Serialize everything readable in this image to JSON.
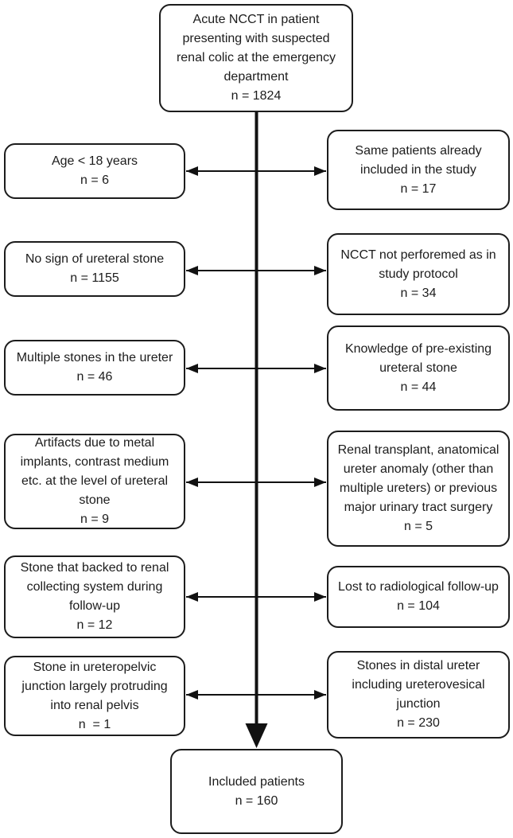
{
  "flowchart": {
    "start_box": {
      "text": "Acute NCCT in patient\npresenting with suspected\nrenal colic at the emergency\ndepartment\nn = 1824"
    },
    "left_boxes": [
      {
        "text": "Age < 18 years\nn = 6"
      },
      {
        "text": "No sign of ureteral stone\nn = 1155"
      },
      {
        "text": "Multiple stones in the ureter\nn = 46"
      },
      {
        "text": "Artifacts due to metal\nimplants, contrast medium\netc. at the level of ureteral\nstone\nn = 9"
      },
      {
        "text": "Stone that backed to renal\ncollecting system during\nfollow-up\nn = 12"
      },
      {
        "text": "Stone in ureteropelvic\njunction largely protruding\ninto renal pelvis\nn  = 1"
      }
    ],
    "right_boxes": [
      {
        "text": "Same patients already\nincluded in the study\nn = 17"
      },
      {
        "text": "NCCT not perforemed as in\nstudy protocol\nn = 34"
      },
      {
        "text": "Knowledge of pre-existing\nureteral stone\nn = 44"
      },
      {
        "text": "Renal transplant, anatomical\nureter anomaly (other than\nmultiple ureters) or previous\nmajor urinary tract surgery\nn = 5"
      },
      {
        "text": "Lost to radiological follow-up\nn = 104"
      },
      {
        "text": "Stones in distal ureter\nincluding ureterovesical\njunction\nn = 230"
      }
    ],
    "end_box": {
      "text": "Included patients\nn = 160"
    },
    "colors": {
      "line": "#111111",
      "box_border": "#1c1c1c",
      "background": "#ffffff"
    }
  }
}
